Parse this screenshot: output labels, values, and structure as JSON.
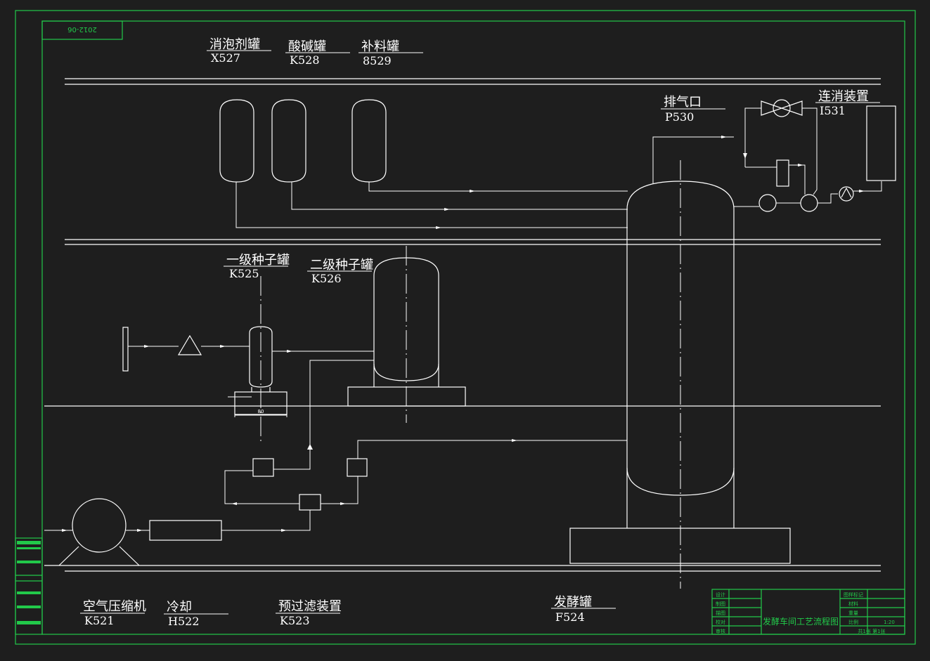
{
  "drawing": {
    "number_stamp": "2012-06",
    "title": "发酵车间工艺流程图"
  },
  "equipment": {
    "defoamer_tank": {
      "name": "消泡剂罐",
      "code": "X527"
    },
    "acid_base_tank": {
      "name": "酸碱罐",
      "code": "K528"
    },
    "feed_tank": {
      "name": "补料罐",
      "code": "8529"
    },
    "exhaust": {
      "name": "排气口",
      "code": "P530"
    },
    "continuous_sterilizer": {
      "name": "连消装置",
      "code": "I531"
    },
    "primary_seed_tank": {
      "name": "一级种子罐",
      "code": "K525"
    },
    "secondary_seed_tank": {
      "name": "二级种子罐",
      "code": "K526"
    },
    "air_compressor": {
      "name": "空气压缩机",
      "code": "K521"
    },
    "cooler": {
      "name": "冷却",
      "code": "H522"
    },
    "prefilter": {
      "name": "预过滤装置",
      "code": "K523"
    },
    "fermenter": {
      "name": "发酵罐",
      "code": "F524"
    }
  },
  "title_block": {
    "left_labels": [
      "设计",
      "制图",
      "描图",
      "校对",
      "审核"
    ],
    "right_labels": [
      "图样标记",
      "重量",
      "比例"
    ],
    "right_values": [
      "",
      "",
      "1:20"
    ],
    "sheet_text": "共1张  第1张",
    "material_text": "材料"
  },
  "dimension_mark": "80"
}
